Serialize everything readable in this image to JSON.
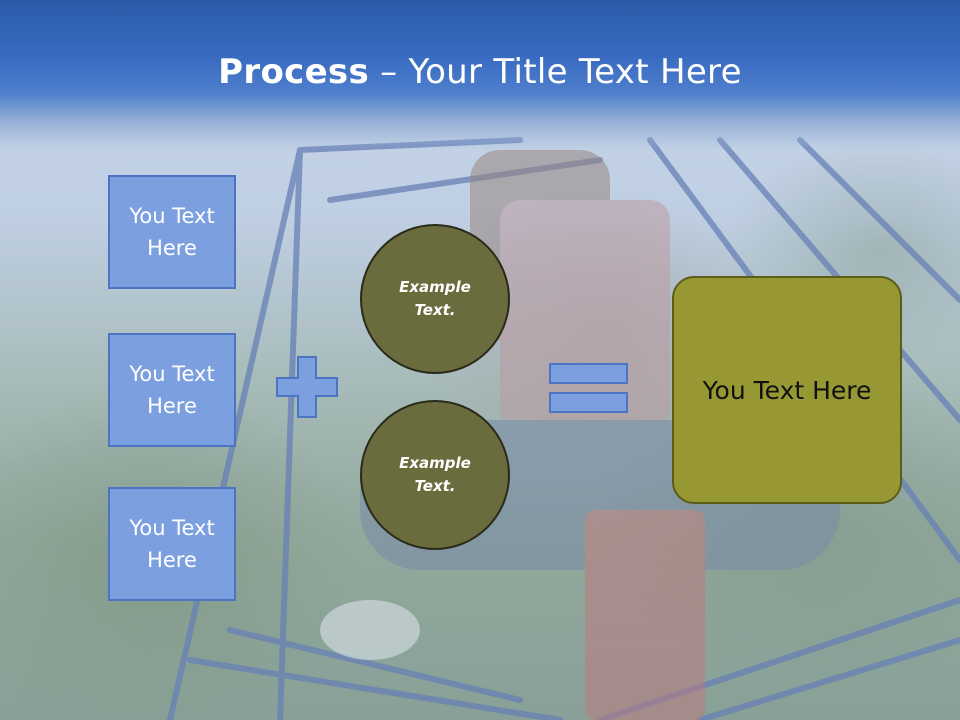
{
  "slide": {
    "title_bold": "Process",
    "title_rest": " – Your Title Text Here"
  },
  "left_boxes": [
    {
      "text": "You Text Here"
    },
    {
      "text": "You Text Here"
    },
    {
      "text": "You Text Here"
    }
  ],
  "circles": [
    {
      "text": "Example Text."
    },
    {
      "text": "Example Text."
    }
  ],
  "result_box": {
    "text": "You Text Here"
  },
  "colors": {
    "title_band": "#3a6cc2",
    "box_fill": "#7c9fe0",
    "circle_fill": "#6a6c3e",
    "result_fill": "#979833",
    "operator_fill": "#7c9fe0"
  }
}
